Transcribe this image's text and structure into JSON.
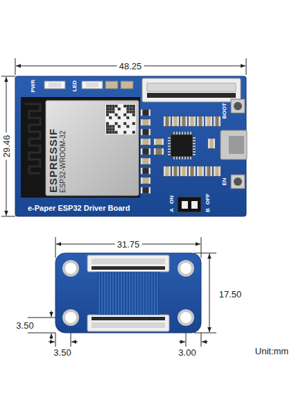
{
  "diagram": {
    "nodes": [
      {
        "text": [
          "e-Paper ESP32 Driver Board"
        ]
      },
      {
        "text": [
          "ESPRESSIF",
          "ESP32-WROOM-32"
        ],
        "in": 0
      }
    ],
    "labels": [
      "48.25",
      "29.46",
      "PWR",
      "LED",
      "BOOT",
      "EN",
      "ON",
      "A",
      "OFF",
      "B",
      "31.75",
      "17.50",
      "3.50",
      "3.50",
      "3.00",
      "Unit:mm"
    ]
  }
}
